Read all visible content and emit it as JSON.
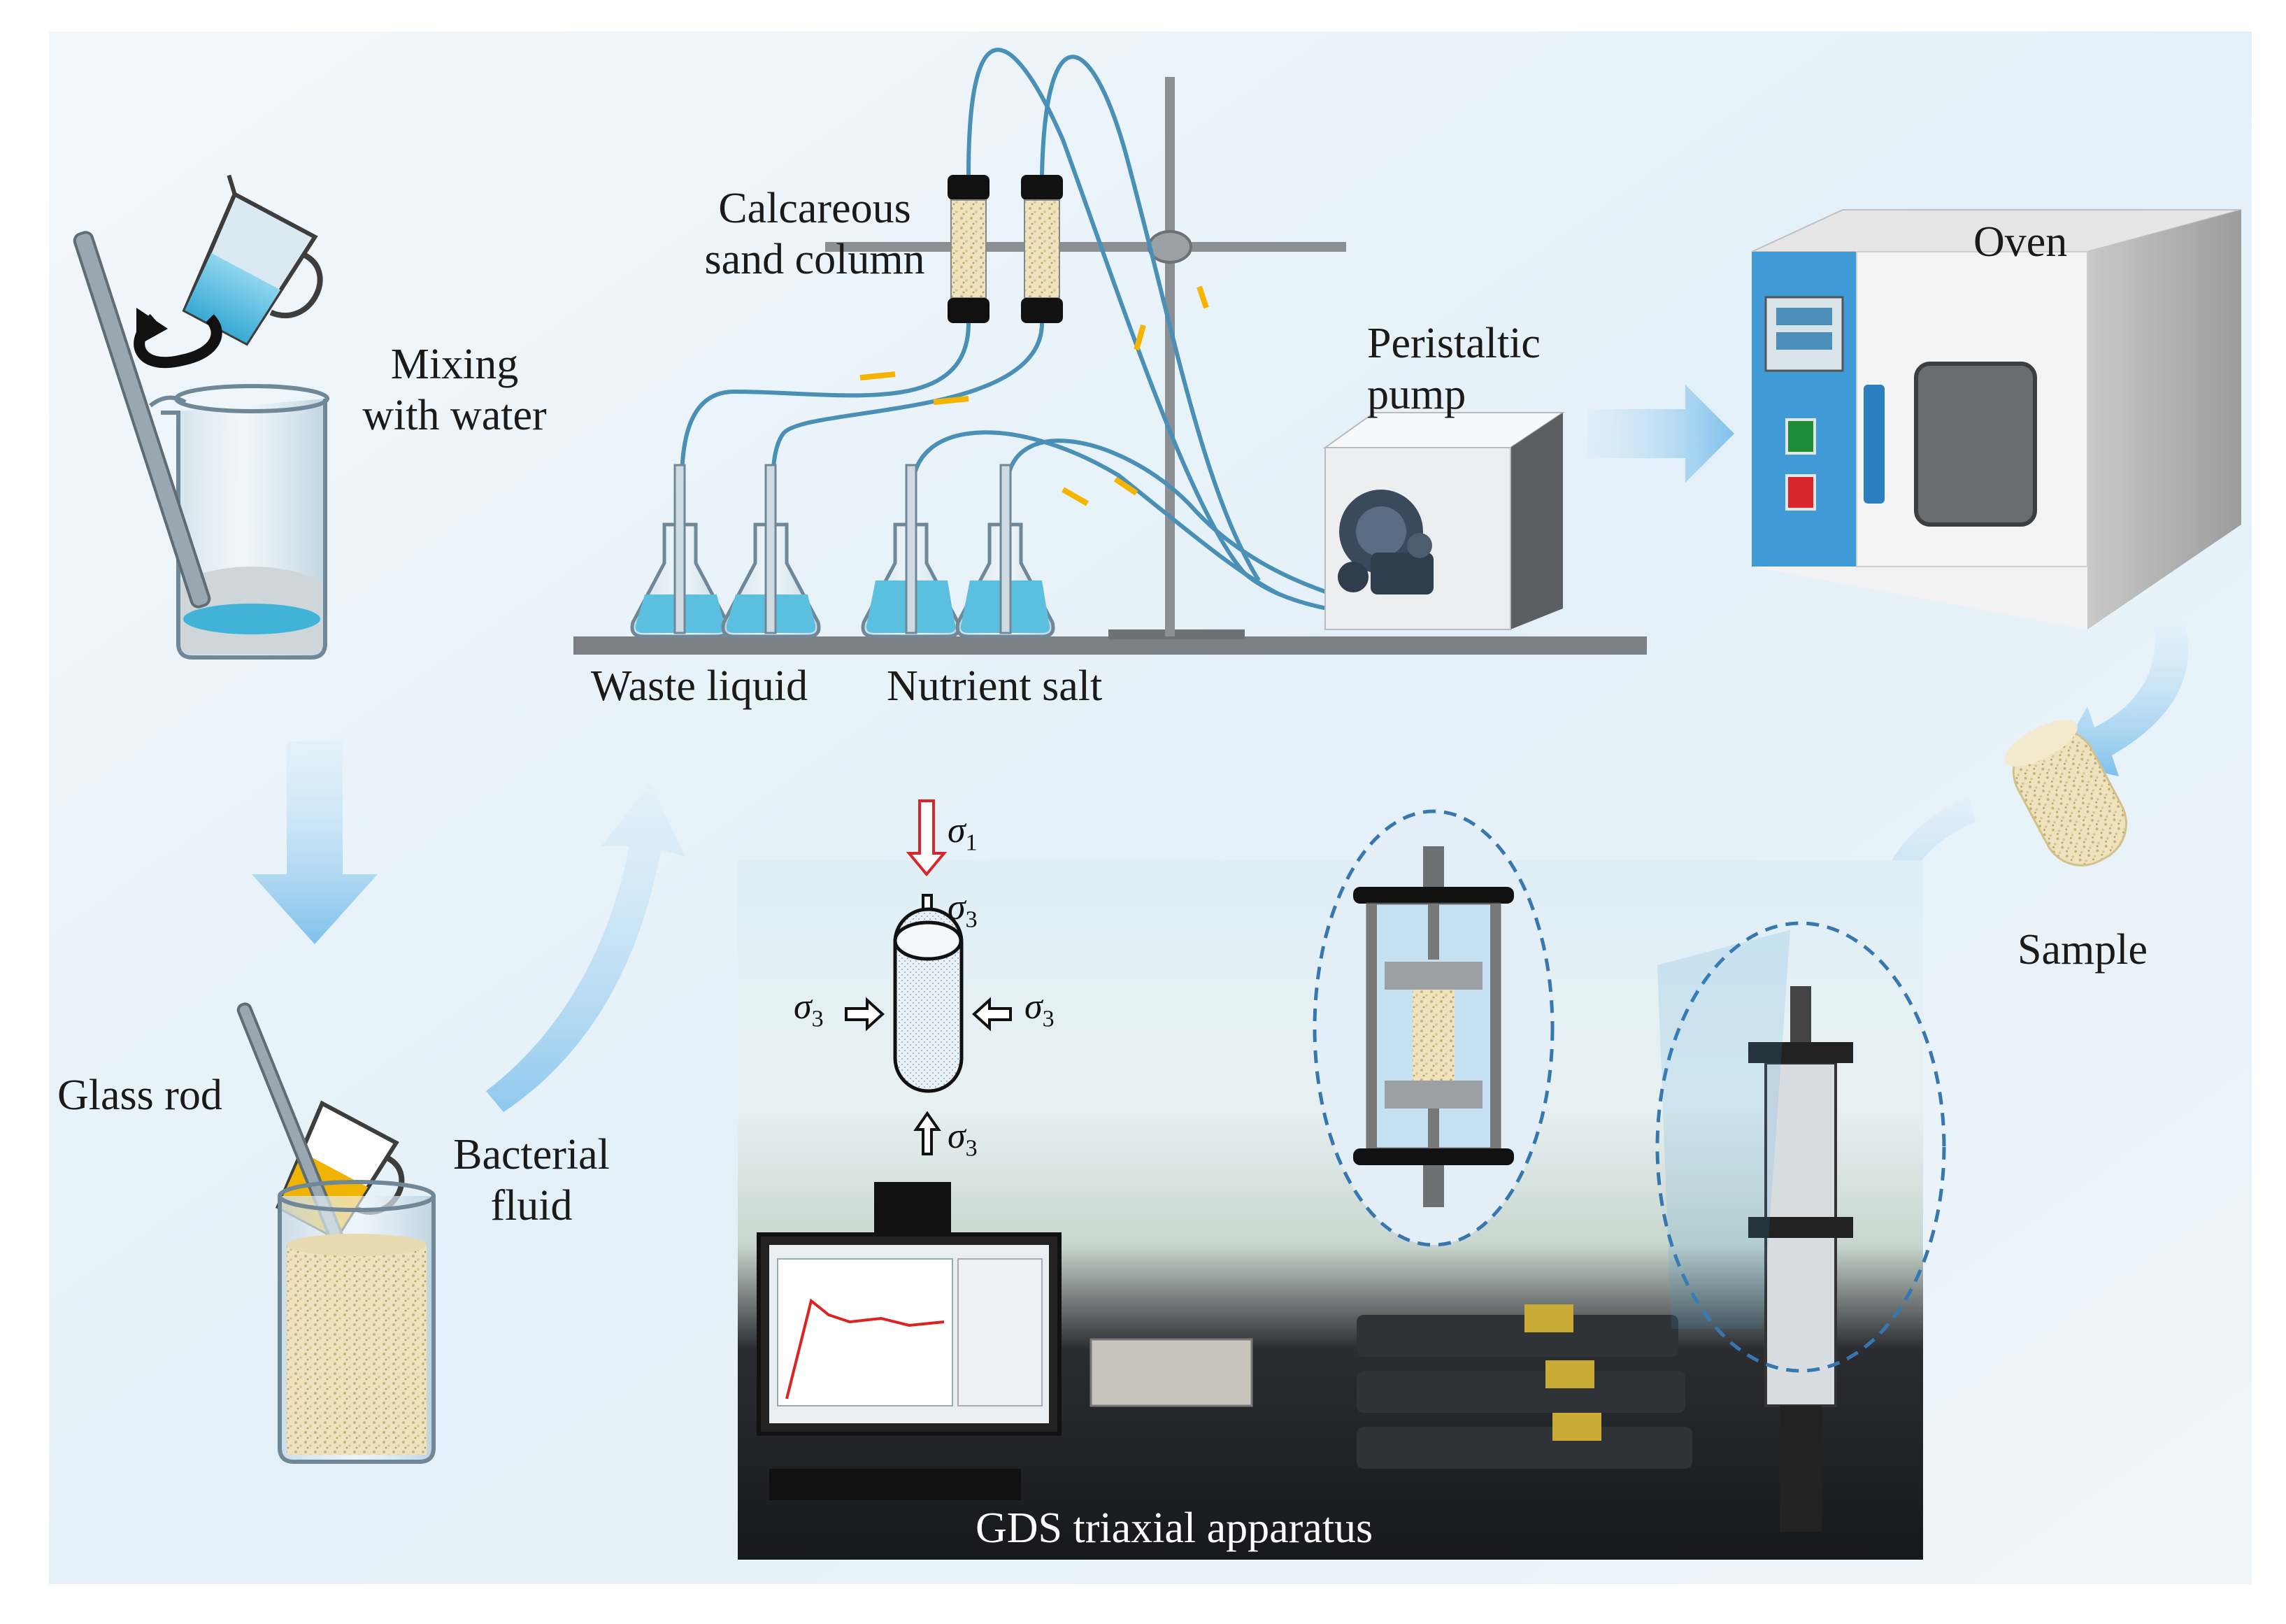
{
  "labels": {
    "mixing": "Mixing\nwith water",
    "calcareous": "Calcareous\nsand column",
    "peristaltic": "Peristaltic\npump",
    "oven": "Oven",
    "waste": "Waste liquid",
    "nutrient": "Nutrient salt",
    "glass_rod": "Glass rod",
    "bacterial": "Bacterial\nfluid",
    "sample": "Sample",
    "gds": "GDS triaxial apparatus"
  },
  "stress": {
    "s1": "σ",
    "s1_sub": "1",
    "s3": "σ",
    "s3_sub": "3"
  },
  "colors": {
    "background": "#eef5fb",
    "water": "#5bbfe0",
    "tube": "#4a8fb5",
    "flow_arrow": "#f4b400",
    "process_arrow": "#9fd0ee",
    "oven_panel": "#3f9ad6",
    "sand": "#efe3bf",
    "bacteria_fluid": "#f0b400",
    "stress_arrow": "#d9262c"
  },
  "icons": {
    "pitcher_water": "pitcher-icon",
    "pitcher_bacteria": "pitcher-icon",
    "rotation": "rotate-arrow-icon",
    "beaker": "beaker-icon",
    "flask": "flask-icon",
    "oven": "oven-icon",
    "pump": "peristaltic-pump-icon",
    "sample": "sand-sample-icon",
    "triaxial": "triaxial-cell-icon"
  }
}
